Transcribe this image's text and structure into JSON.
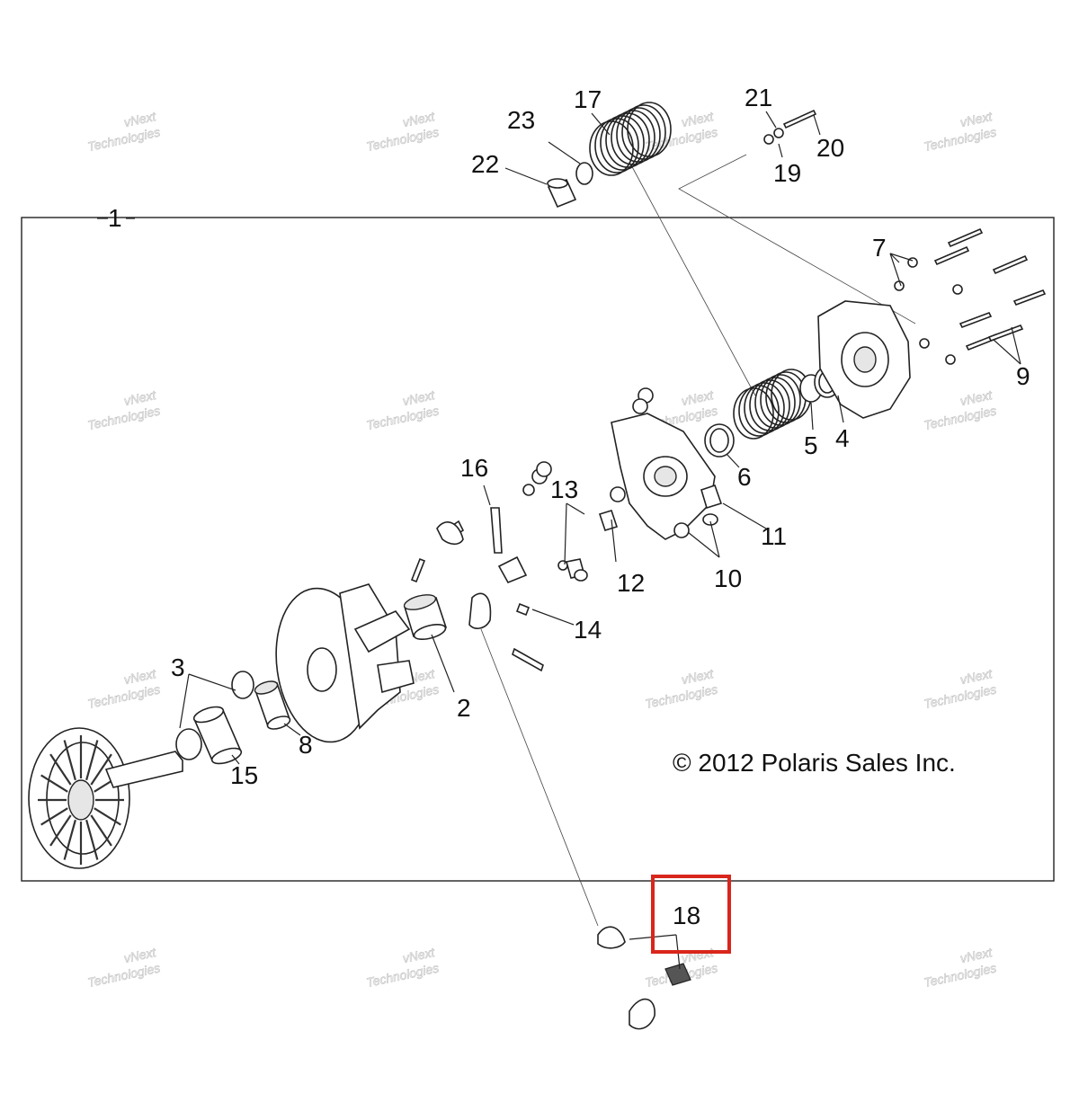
{
  "watermark": {
    "line1": "vNext",
    "line2": "Technologies"
  },
  "copyright": "© 2012 Polaris Sales Inc.",
  "callouts": [
    {
      "id": "1",
      "label": "1"
    },
    {
      "id": "2",
      "label": "2"
    },
    {
      "id": "3",
      "label": "3"
    },
    {
      "id": "4",
      "label": "4"
    },
    {
      "id": "5",
      "label": "5"
    },
    {
      "id": "6",
      "label": "6"
    },
    {
      "id": "7",
      "label": "7"
    },
    {
      "id": "8",
      "label": "8"
    },
    {
      "id": "9",
      "label": "9"
    },
    {
      "id": "10",
      "label": "10"
    },
    {
      "id": "11",
      "label": "11"
    },
    {
      "id": "12",
      "label": "12"
    },
    {
      "id": "13",
      "label": "13"
    },
    {
      "id": "14",
      "label": "14"
    },
    {
      "id": "15",
      "label": "15"
    },
    {
      "id": "16",
      "label": "16"
    },
    {
      "id": "17",
      "label": "17"
    },
    {
      "id": "18",
      "label": "18"
    },
    {
      "id": "19",
      "label": "19"
    },
    {
      "id": "20",
      "label": "20"
    },
    {
      "id": "21",
      "label": "21"
    },
    {
      "id": "22",
      "label": "22"
    },
    {
      "id": "23",
      "label": "23"
    }
  ],
  "highlight": {
    "callout": "18",
    "color": "#d9261c"
  }
}
